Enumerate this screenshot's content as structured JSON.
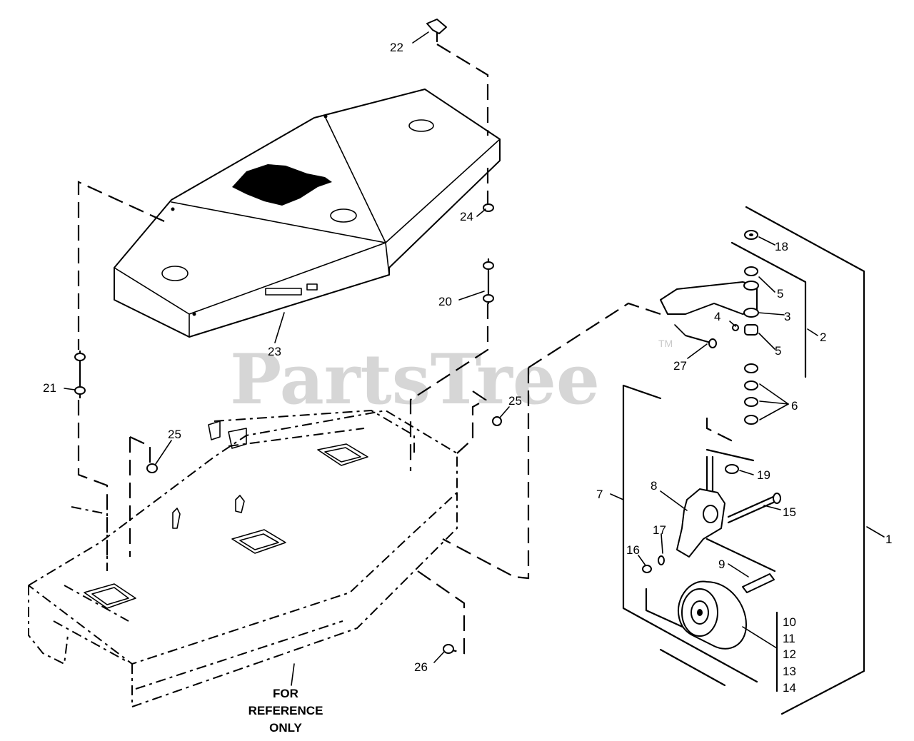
{
  "watermark": {
    "brand": "PartsTree",
    "tm": "TM"
  },
  "callouts": {
    "c1": "1",
    "c2": "2",
    "c3": "3",
    "c4": "4",
    "c5a": "5",
    "c5b": "5",
    "c6": "6",
    "c7": "7",
    "c8": "8",
    "c9": "9",
    "c10": "10",
    "c11": "11",
    "c12": "12",
    "c13": "13",
    "c14": "14",
    "c15": "15",
    "c16": "16",
    "c17": "17",
    "c18": "18",
    "c19": "19",
    "c20": "20",
    "c21": "21",
    "c22": "22",
    "c23": "23",
    "c24": "24",
    "c25a": "25",
    "c25b": "25",
    "c26": "26",
    "c27": "27"
  },
  "reference_note": {
    "line1": "FOR",
    "line2": "REFERENCE",
    "line3": "ONLY"
  }
}
